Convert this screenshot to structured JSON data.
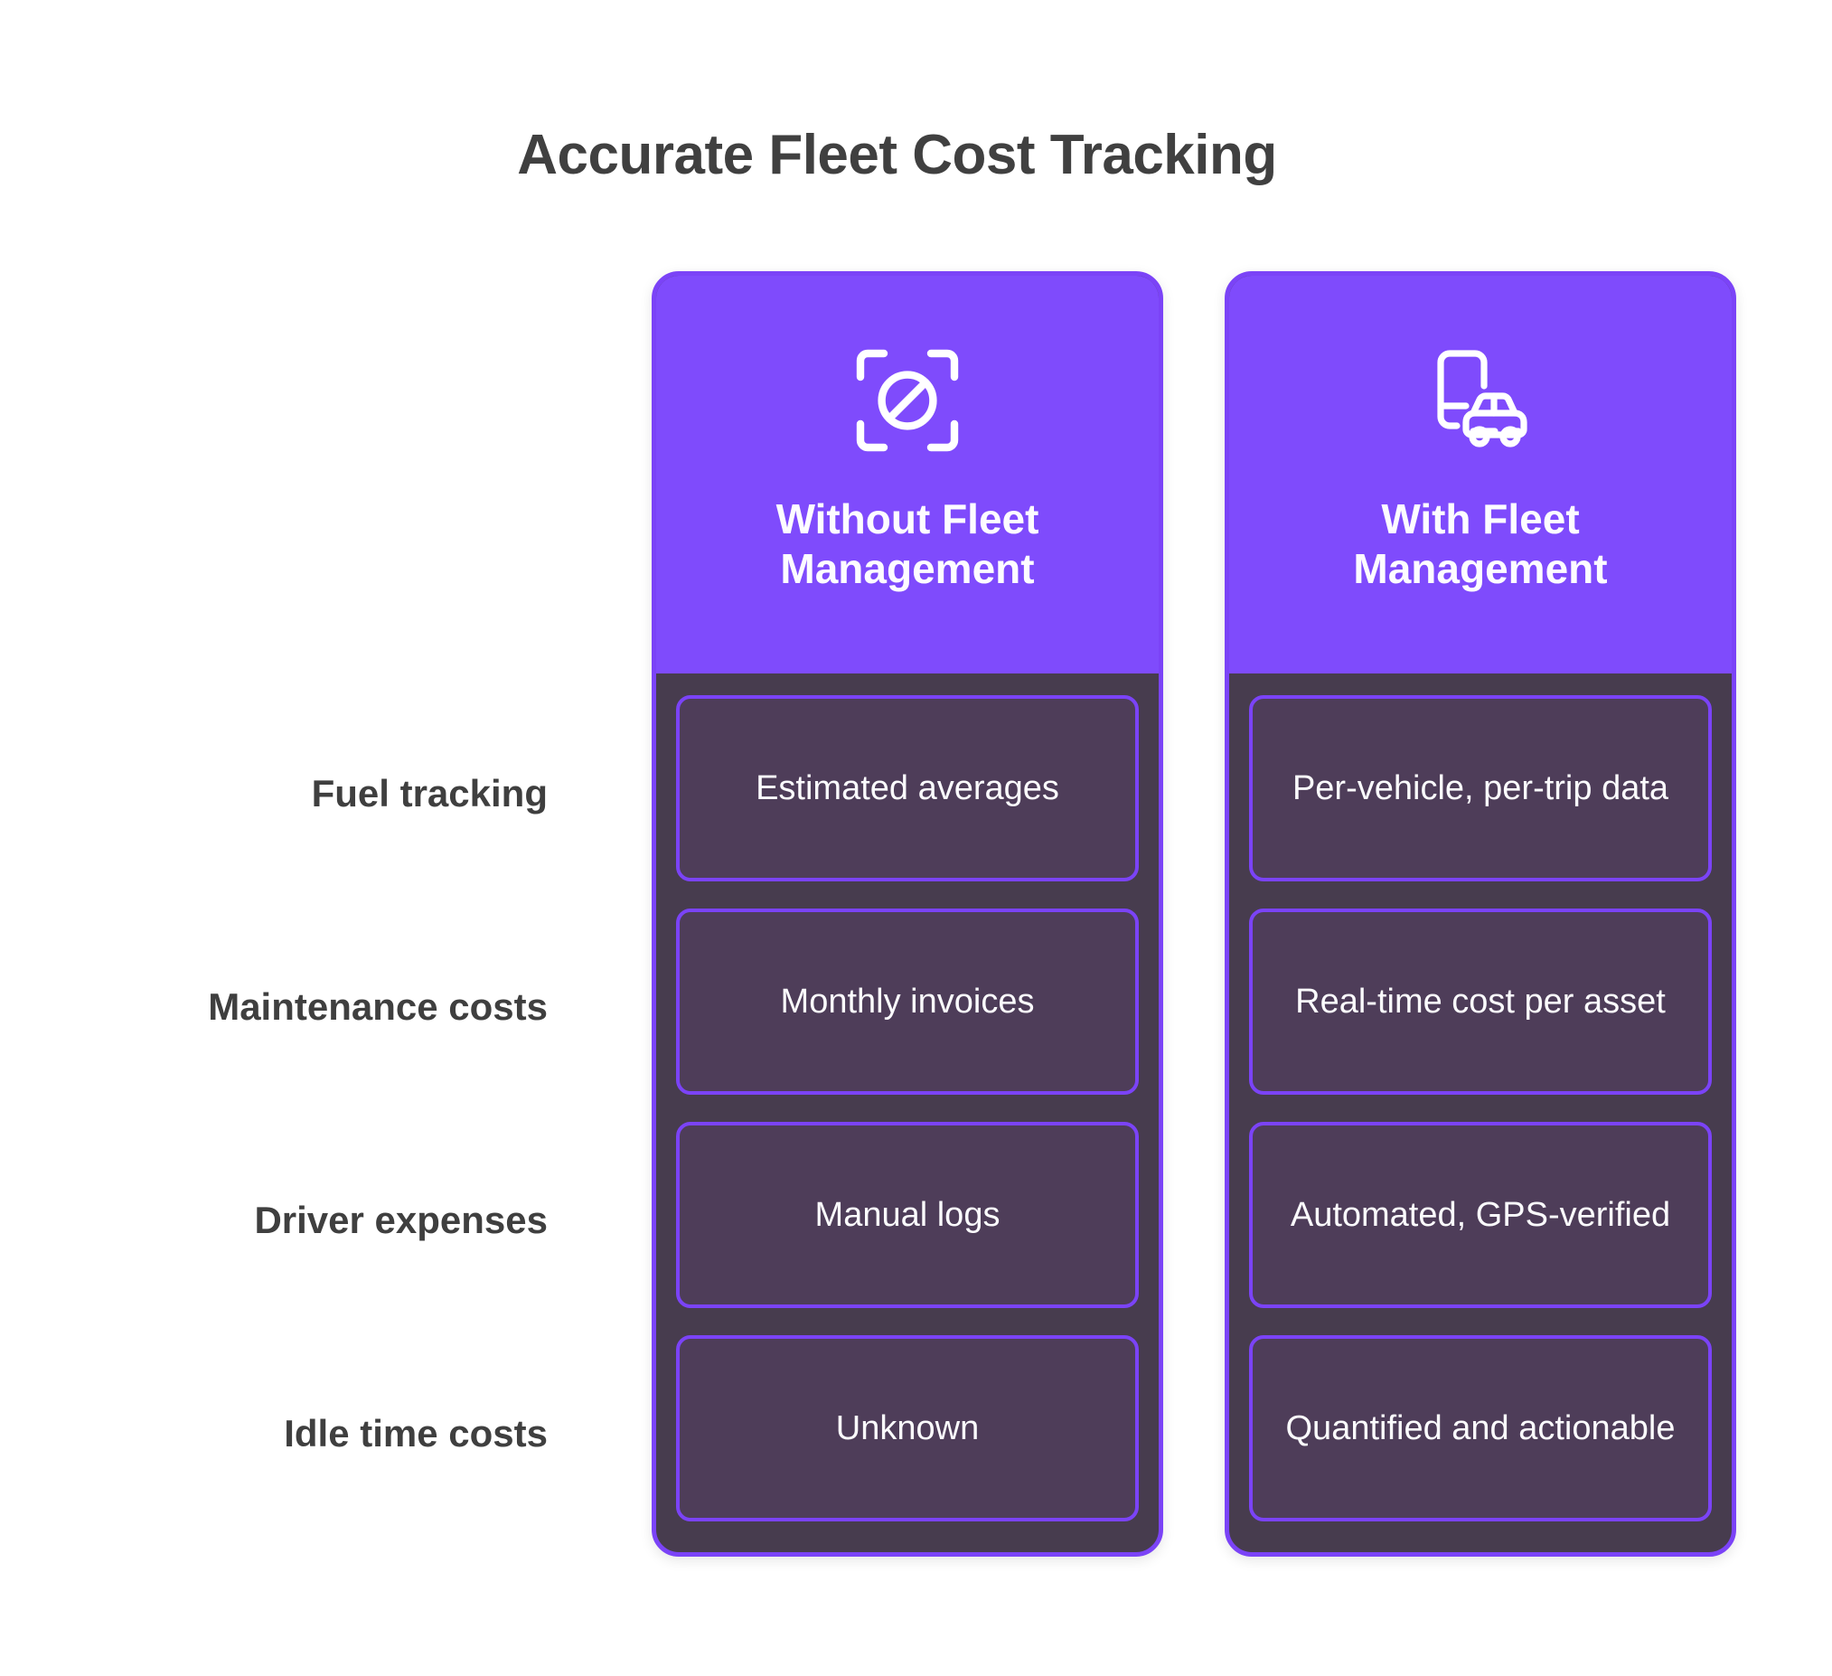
{
  "page": {
    "title": "Accurate Fleet Cost Tracking",
    "background_color": "#ffffff",
    "title_color": "#404040"
  },
  "theme": {
    "accent_purple": "#7f4bfc",
    "border_purple": "#7b43f7",
    "card_body": "#473c4e",
    "cell_fill": "#4e3d59",
    "cell_text": "#fbfbfd"
  },
  "rows": [
    {
      "label": "Fuel tracking"
    },
    {
      "label": "Maintenance costs"
    },
    {
      "label": "Driver expenses"
    },
    {
      "label": "Idle time costs"
    }
  ],
  "columns": [
    {
      "title": "Without Fleet Management",
      "icon": "scan-prohibited-icon",
      "cells": [
        "Estimated averages",
        "Monthly invoices",
        "Manual logs",
        "Unknown"
      ]
    },
    {
      "title": "With Fleet Management",
      "icon": "phone-car-fleet-icon",
      "cells": [
        "Per-vehicle, per-trip data",
        "Real-time cost per asset",
        "Automated, GPS-verified",
        "Quantified and actionable"
      ]
    }
  ]
}
